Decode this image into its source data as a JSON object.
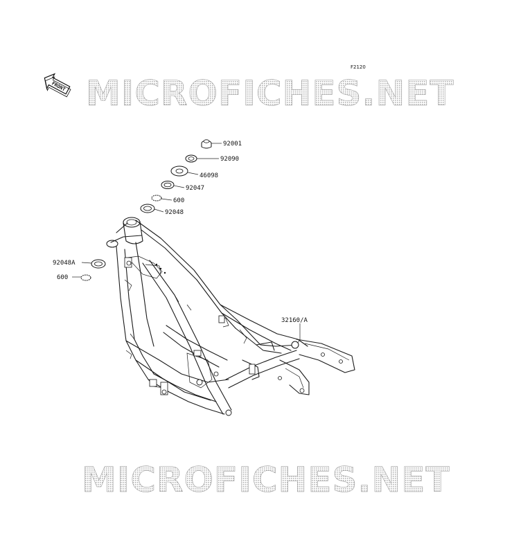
{
  "diagram": {
    "figure_code": "F2120",
    "front_tag": "FRONT",
    "watermark": "MICROFICHES.NET",
    "callouts": [
      {
        "id": "c1",
        "text": "92001"
      },
      {
        "id": "c2",
        "text": "92090"
      },
      {
        "id": "c3",
        "text": "46098"
      },
      {
        "id": "c4",
        "text": "92047"
      },
      {
        "id": "c5",
        "text": "600"
      },
      {
        "id": "c6",
        "text": "92048"
      },
      {
        "id": "c7",
        "text": "92048A"
      },
      {
        "id": "c8",
        "text": "600"
      },
      {
        "id": "c9",
        "text": "32160/A"
      }
    ]
  },
  "colors": {
    "line": "#1a1a1a",
    "watermark_stroke": "#9a9a9a",
    "background": "#ffffff"
  }
}
